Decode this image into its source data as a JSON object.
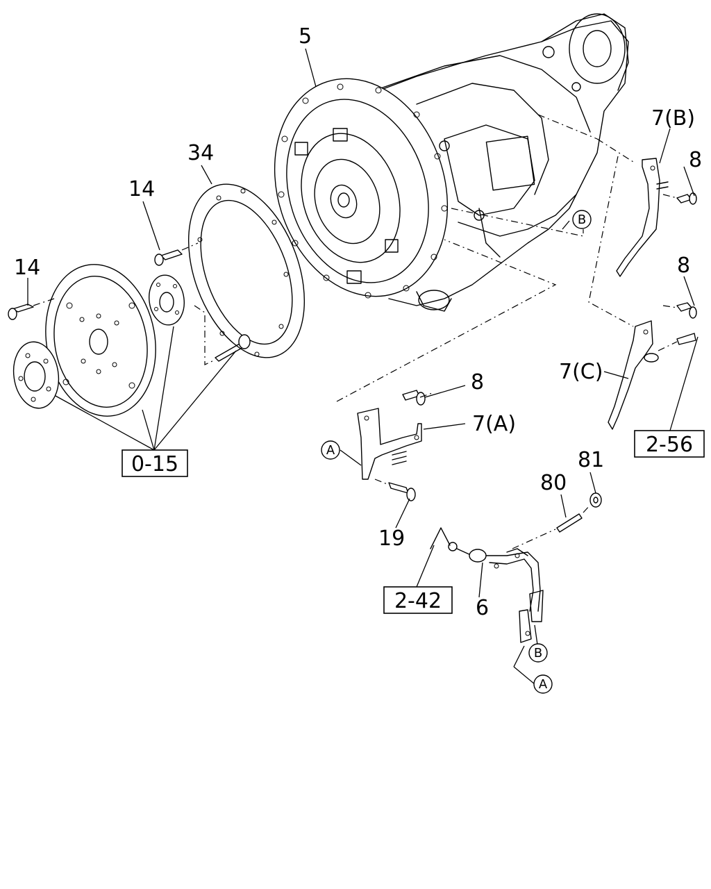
{
  "callouts": {
    "c5": "5",
    "c34": "34",
    "c14a": "14",
    "c14b": "14",
    "c7b": "7(B)",
    "c8a": "8",
    "c8b": "8",
    "c8c": "8",
    "c7c": "7(C)",
    "c7a": "7(A)",
    "c19": "19",
    "c80": "80",
    "c81": "81",
    "c6": "6"
  },
  "references": {
    "r015": "0-15",
    "r256": "2-56",
    "r242": "2-42"
  },
  "markers": {
    "a1": "A",
    "a2": "A",
    "b1": "B",
    "b2": "B"
  }
}
